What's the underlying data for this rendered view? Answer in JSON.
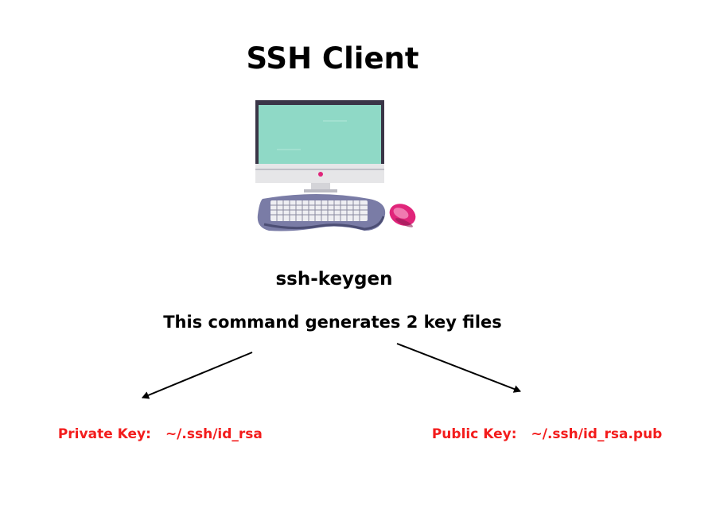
{
  "title": "SSH Client",
  "command": "ssh-keygen",
  "description": "This command generates 2 key files",
  "keys": {
    "private": {
      "label": "Private Key:",
      "path": "~/.ssh/id_rsa"
    },
    "public": {
      "label": "Public Key:",
      "path": "~/.ssh/id_rsa.pub"
    }
  },
  "colors": {
    "key_text": "#f31c1c",
    "screen": "#8fd9c6",
    "keyboard": "#7a7ca6",
    "mouse": "#e0257a",
    "text": "#000000"
  },
  "icons": {
    "computer": "desktop-computer-illustration"
  }
}
